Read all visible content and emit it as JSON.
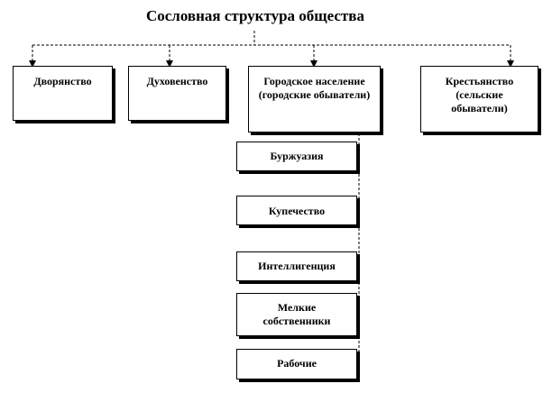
{
  "title": "Сословная структура общества",
  "estates": [
    {
      "label": "Дворянство"
    },
    {
      "label": "Духовенство"
    },
    {
      "label": "Городское население (городские обыватели)"
    },
    {
      "label": "Крестьянство (сельские обыватели)"
    }
  ],
  "urban_groups": [
    {
      "label": "Буржуазия"
    },
    {
      "label": "Купечество"
    },
    {
      "label": "Интеллигенция"
    },
    {
      "label": "Мелкие собственники"
    },
    {
      "label": "Рабочие"
    }
  ]
}
